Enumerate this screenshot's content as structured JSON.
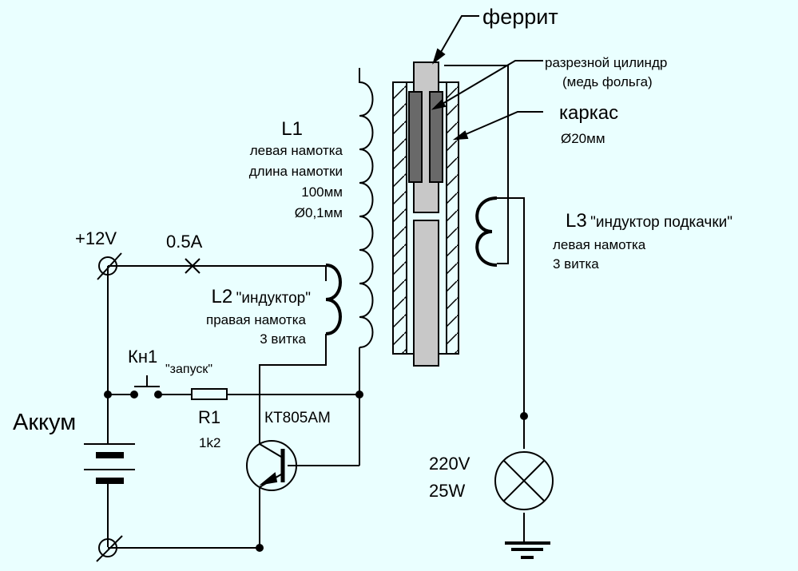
{
  "labels": {
    "ferrite": "феррит",
    "split_cylinder_1": "разрезной цилиндр",
    "split_cylinder_2": "(медь фольга)",
    "frame": "каркас",
    "frame_diameter": "Ø20мм",
    "l1_name": "L1",
    "l1_line1": "левая намотка",
    "l1_line2": "длина намотки",
    "l1_line3": "100мм",
    "l1_line4": "Ø0,1мм",
    "l3_name": "L3",
    "l3_title": "\"индуктор подкачки\"",
    "l3_line1": "левая намотка",
    "l3_line2": "3 витка",
    "supply": "+12V",
    "current": "0.5A",
    "l2_name": "L2",
    "l2_title": "\"индуктор\"",
    "l2_line1": "правая  намотка",
    "l2_line2": "3 витка",
    "button": "Кн1",
    "button_note": "\"запуск\"",
    "resistor": "R1",
    "resistor_value": "1k2",
    "transistor": "КТ805АМ",
    "battery": "Аккум",
    "lamp_voltage": "220V",
    "lamp_power": "25W"
  },
  "colors": {
    "background": "#eaffff",
    "ferrite": "#c8c8c8",
    "copper_foil": "#696969",
    "line": "#000000"
  }
}
